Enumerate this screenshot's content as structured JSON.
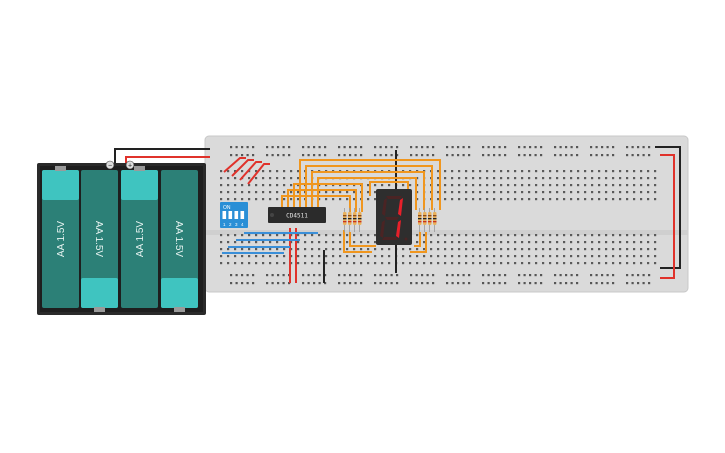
{
  "battery": {
    "cells": [
      {
        "label": "AA 1.5V"
      },
      {
        "label": "AA 1.5V"
      },
      {
        "label": "AA 1.5V"
      },
      {
        "label": "AA 1.5V"
      }
    ],
    "minus_symbol": "−",
    "plus_symbol": "+"
  },
  "chip": {
    "label": "CD4511"
  },
  "dip_switch": {
    "on_label": "ON",
    "positions": [
      "1",
      "2",
      "3",
      "4"
    ]
  },
  "seven_segment": {
    "displayed_digit": "1"
  },
  "colors": {
    "breadboard": "#dcdcdc",
    "power_rail_red": "#e0322b",
    "ground_rail_black": "#222222",
    "wire_orange": "#f0961e",
    "wire_blue": "#3a8fd8",
    "battery_cell": "#2c8077",
    "battery_cap": "#3fc4c0",
    "dip_switch": "#2a8fd6",
    "segment_on": "#e8202a"
  }
}
